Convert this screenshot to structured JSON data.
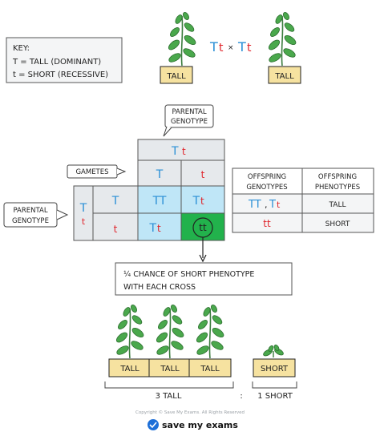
{
  "key": {
    "title": "KEY:",
    "line1": "T = TALL  (DOMINANT)",
    "line2": "t = SHORT  (RECESSIVE)"
  },
  "cross": {
    "left_big": "T",
    "left_small": "t",
    "times": "×",
    "right_big": "T",
    "right_small": "t"
  },
  "parent_labels": {
    "left": "TALL",
    "right": "TALL"
  },
  "callouts": {
    "parental_top_line1": "PARENTAL",
    "parental_top_line2": "GENOTYPE",
    "gametes": "GAMETES",
    "parental_left_line1": "PARENTAL",
    "parental_left_line2": "GENOTYPE"
  },
  "punnett": {
    "top_genotype_big": "T",
    "top_genotype_small": "t",
    "left_genotype_big": "T",
    "left_genotype_small": "t",
    "col_gametes": [
      "T",
      "t"
    ],
    "row_gametes": [
      "T",
      "t"
    ],
    "cells": [
      [
        {
          "big": "TT",
          "small": ""
        },
        {
          "big": "T",
          "small": "t"
        }
      ],
      [
        {
          "big": "T",
          "small": "t"
        },
        {
          "big": "",
          "small": "tt"
        }
      ]
    ]
  },
  "offspring_table": {
    "header_col1_line1": "OFFSPRING",
    "header_col1_line2": "GENOTYPES",
    "header_col2_line1": "OFFSPRING",
    "header_col2_line2": "PHENOTYPES",
    "row1_geno_a": "TT",
    "row1_geno_sep": ",",
    "row1_geno_b_big": "T",
    "row1_geno_b_small": "t",
    "row1_pheno": "TALL",
    "row2_geno": "tt",
    "row2_pheno": "SHORT"
  },
  "chance_box": {
    "line1": "¼  CHANCE  OF  SHORT  PHENOTYPE",
    "line2": "WITH   EACH   CROSS"
  },
  "offspring_labels": [
    "TALL",
    "TALL",
    "TALL",
    "SHORT"
  ],
  "ratio": {
    "left": "3  TALL",
    "colon": ":",
    "right": "1  SHORT"
  },
  "footer": {
    "copyright": "Copyright © Save My Exams. All Rights Reserved",
    "brand": "save my exams"
  },
  "colors": {
    "blue": "#2a8fd6",
    "red": "#e0252c",
    "cell_blue": "#bfe6f7",
    "cell_green": "#22b24c",
    "label_yellow": "#f6e2a0",
    "grey_fill": "#e6e9ec",
    "leaf": "#4aa84c"
  }
}
